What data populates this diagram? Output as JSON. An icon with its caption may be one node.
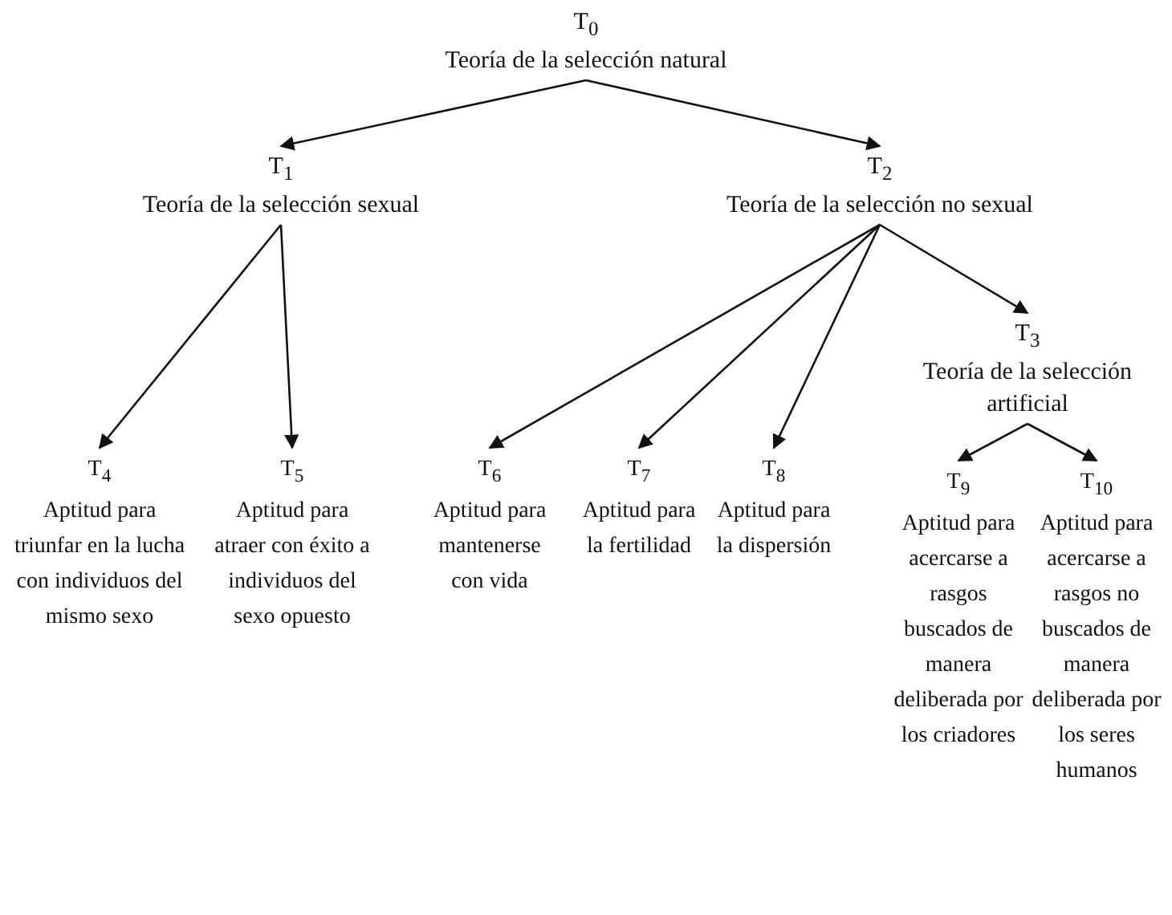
{
  "diagram": {
    "nodes": [
      {
        "text": [
          "T$_{0}$",
          "Teoría de la selección natural"
        ]
      },
      {
        "text": [
          "T$_{1}$",
          "Teoría de la selección sexual"
        ]
      },
      {
        "text": [
          "T$_{2}$",
          "Teoría de la selección no sexual"
        ]
      },
      {
        "text": [
          "T$_{3}$",
          "Teoría de la selección artificial"
        ]
      },
      {
        "text": [
          "T$_{4}$",
          "Aptitud para triunfar en la lucha con individuos del mismo sexo"
        ]
      },
      {
        "text": [
          "T$_{5}$",
          "Aptitud para atraer con éxito a individuos del sexo opuesto"
        ]
      },
      {
        "text": [
          "T$_{6}$",
          "Aptitud para mantenerse con vida"
        ]
      },
      {
        "text": [
          "T$_{7}$",
          "Aptitud para la fertilidad"
        ]
      },
      {
        "text": [
          "T$_{8}$",
          "Aptitud para la dispersión"
        ]
      },
      {
        "text": [
          "T$_{9}$",
          "Aptitud para acercarse a rasgos buscados de manera deliberada por los criadores"
        ]
      },
      {
        "text": [
          "T$_{10}$",
          "Aptitud para acercarse a rasgos no buscados de manera deliberada por los seres humanos"
        ]
      }
    ],
    "edges": [
      {
        "from": 0,
        "to": 1,
        "arrow": "to"
      },
      {
        "from": 0,
        "to": 2,
        "arrow": "to"
      },
      {
        "from": 1,
        "to": 4,
        "arrow": "to"
      },
      {
        "from": 1,
        "to": 5,
        "arrow": "to"
      },
      {
        "from": 2,
        "to": 6,
        "arrow": "to"
      },
      {
        "from": 2,
        "to": 7,
        "arrow": "to"
      },
      {
        "from": 2,
        "to": 8,
        "arrow": "to"
      },
      {
        "from": 2,
        "to": 3,
        "arrow": "to"
      },
      {
        "from": 3,
        "to": 9,
        "arrow": "to"
      },
      {
        "from": 3,
        "to": 10,
        "arrow": "to"
      }
    ]
  }
}
